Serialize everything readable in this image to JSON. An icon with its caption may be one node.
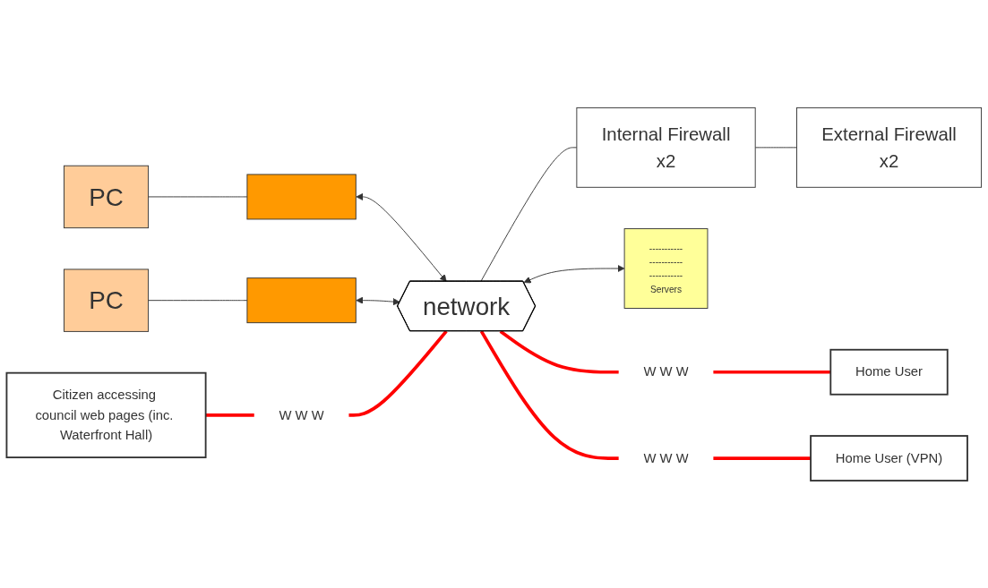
{
  "diagram": {
    "nodes": [
      {
        "text": [
          "network"
        ]
      },
      {
        "text": [
          "PC"
        ]
      },
      {
        "text": [],
        "shape": "bar"
      },
      {
        "text": [
          "PC"
        ]
      },
      {
        "text": [],
        "shape": "bar"
      },
      {
        "text": [
          "Internal Firewall",
          "x2"
        ]
      },
      {
        "text": [
          "External Firewall",
          "x2"
        ]
      },
      {
        "text": [
          "Citizen accessing council web pages (inc. Waterfront Hall)"
        ]
      },
      {
        "text": [
          "W W W"
        ]
      },
      {
        "text": [
          "-----------",
          "-----------",
          "-----------",
          "Servers"
        ]
      },
      {
        "text": [
          "W W W"
        ]
      },
      {
        "text": [
          "Home User"
        ]
      },
      {
        "text": [
          "W W W"
        ]
      },
      {
        "text": [
          "Home User (VPN)"
        ]
      }
    ],
    "edges": [
      {
        "from": 1,
        "to": 2,
        "arrow": "none"
      },
      {
        "from": 2,
        "to": 0,
        "arrow": "both"
      },
      {
        "from": 3,
        "to": 4,
        "arrow": "none"
      },
      {
        "from": 4,
        "to": 0,
        "arrow": "both"
      },
      {
        "from": 0,
        "to": 9,
        "arrow": "both"
      },
      {
        "from": 0,
        "to": 5,
        "arrow": "none"
      },
      {
        "from": 5,
        "to": 6,
        "arrow": "none"
      },
      {
        "from": 7,
        "to": 8,
        "arrow": "none",
        "style": "thick",
        "color": "#ff0000"
      },
      {
        "from": 8,
        "to": 0,
        "arrow": "none",
        "style": "thick",
        "color": "#ff0000"
      },
      {
        "from": 0,
        "to": 10,
        "arrow": "none",
        "style": "thick",
        "color": "#ff0000"
      },
      {
        "from": 10,
        "to": 11,
        "arrow": "none",
        "style": "thick",
        "color": "#ff0000"
      },
      {
        "from": 0,
        "to": 12,
        "arrow": "none",
        "style": "thick",
        "color": "#ff0000"
      },
      {
        "from": 12,
        "to": 13,
        "arrow": "none",
        "style": "thick",
        "color": "#ff0000"
      }
    ]
  }
}
